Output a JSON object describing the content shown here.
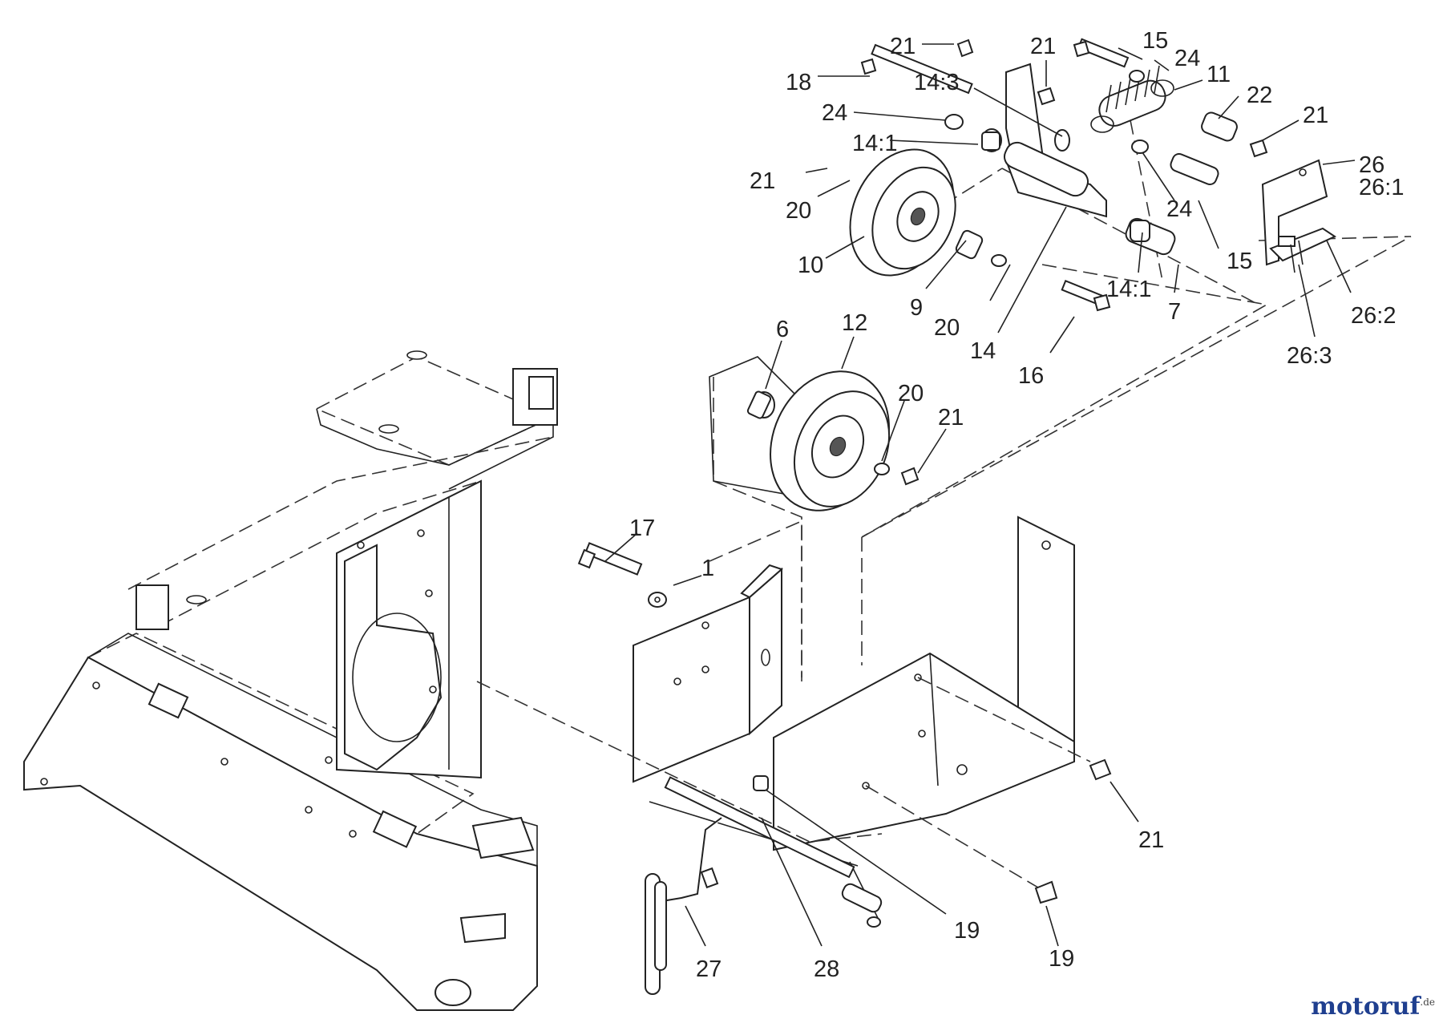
{
  "labels": [
    {
      "id": "21",
      "text": "21"
    },
    {
      "id": "21b",
      "text": "21"
    },
    {
      "id": "15",
      "text": "15"
    },
    {
      "id": "24",
      "text": "24"
    },
    {
      "id": "11",
      "text": "11"
    },
    {
      "id": "18",
      "text": "18"
    },
    {
      "id": "14_3",
      "text": "14:3"
    },
    {
      "id": "24b",
      "text": "24"
    },
    {
      "id": "22",
      "text": "22"
    },
    {
      "id": "21c",
      "text": "21"
    },
    {
      "id": "14_1",
      "text": "14:1"
    },
    {
      "id": "26",
      "text": "26"
    },
    {
      "id": "26_1",
      "text": "26:1"
    },
    {
      "id": "21d",
      "text": "21"
    },
    {
      "id": "20",
      "text": "20"
    },
    {
      "id": "24c",
      "text": "24"
    },
    {
      "id": "15b",
      "text": "15"
    },
    {
      "id": "10",
      "text": "10"
    },
    {
      "id": "14_1b",
      "text": "14:1"
    },
    {
      "id": "7",
      "text": "7"
    },
    {
      "id": "26_2",
      "text": "26:2"
    },
    {
      "id": "9",
      "text": "9"
    },
    {
      "id": "20b",
      "text": "20"
    },
    {
      "id": "14",
      "text": "14"
    },
    {
      "id": "16",
      "text": "16"
    },
    {
      "id": "26_3",
      "text": "26:3"
    },
    {
      "id": "6",
      "text": "6"
    },
    {
      "id": "12",
      "text": "12"
    },
    {
      "id": "20c",
      "text": "20"
    },
    {
      "id": "21e",
      "text": "21"
    },
    {
      "id": "17",
      "text": "17"
    },
    {
      "id": "1",
      "text": "1"
    },
    {
      "id": "21f",
      "text": "21"
    },
    {
      "id": "19",
      "text": "19"
    },
    {
      "id": "19b",
      "text": "19"
    },
    {
      "id": "27",
      "text": "27"
    },
    {
      "id": "28",
      "text": "28"
    }
  ],
  "watermark": {
    "brand": "motoruf",
    "suffix": ".de"
  }
}
